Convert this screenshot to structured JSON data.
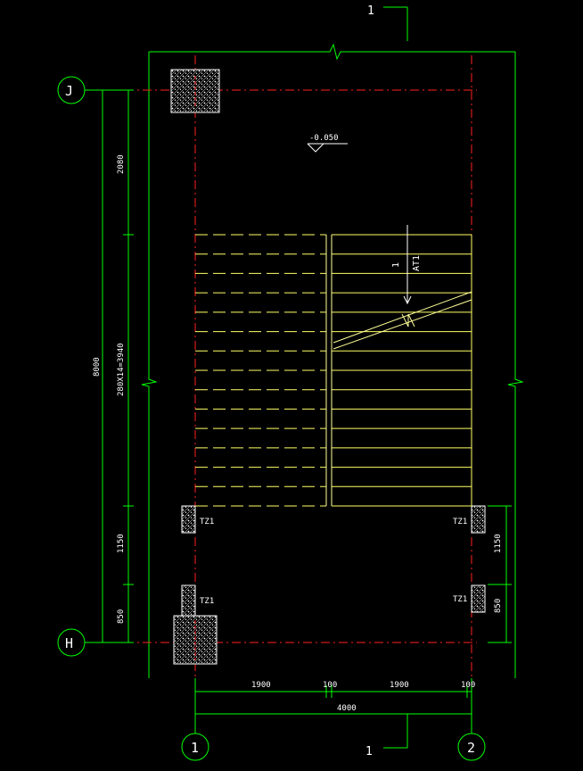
{
  "drawing": {
    "colors": {
      "background": "#000000",
      "dimension": "#00FF00",
      "axis": "#FF0000",
      "stair": "#FFFF66",
      "handrail": "#FFFF99",
      "text": "#FFFFFF",
      "column_hatch": "#FFFFFF",
      "grid_bubble": "#00FF00"
    },
    "section_marker": {
      "label": "1"
    },
    "grid_axes": {
      "J": "J",
      "H": "H",
      "one": "1",
      "two": "2"
    },
    "elevation": {
      "label": "-0.050"
    },
    "stair_label": {
      "number": "1",
      "code": "AT1"
    },
    "columns": {
      "tz_left_upper": "TZ1",
      "tz_right_upper": "TZ1",
      "tz_left_lower": "TZ1",
      "tz_right_lower": "TZ1"
    },
    "dimensions": {
      "left_total": "8000",
      "left_top": "2080",
      "left_stairs": "280X14=3940",
      "left_landing": "1150",
      "left_bottom": "850",
      "right_landing": "1150",
      "right_bottom": "850",
      "bottom_left": "1900",
      "bottom_mid": "100",
      "bottom_right": "1900",
      "bottom_edge": "100",
      "bottom_total": "4000"
    },
    "icons": {
      "break_line": "break-line-icon",
      "hatch": "concrete-hatch-icon",
      "elevation_triangle": "elevation-triangle-icon"
    }
  }
}
